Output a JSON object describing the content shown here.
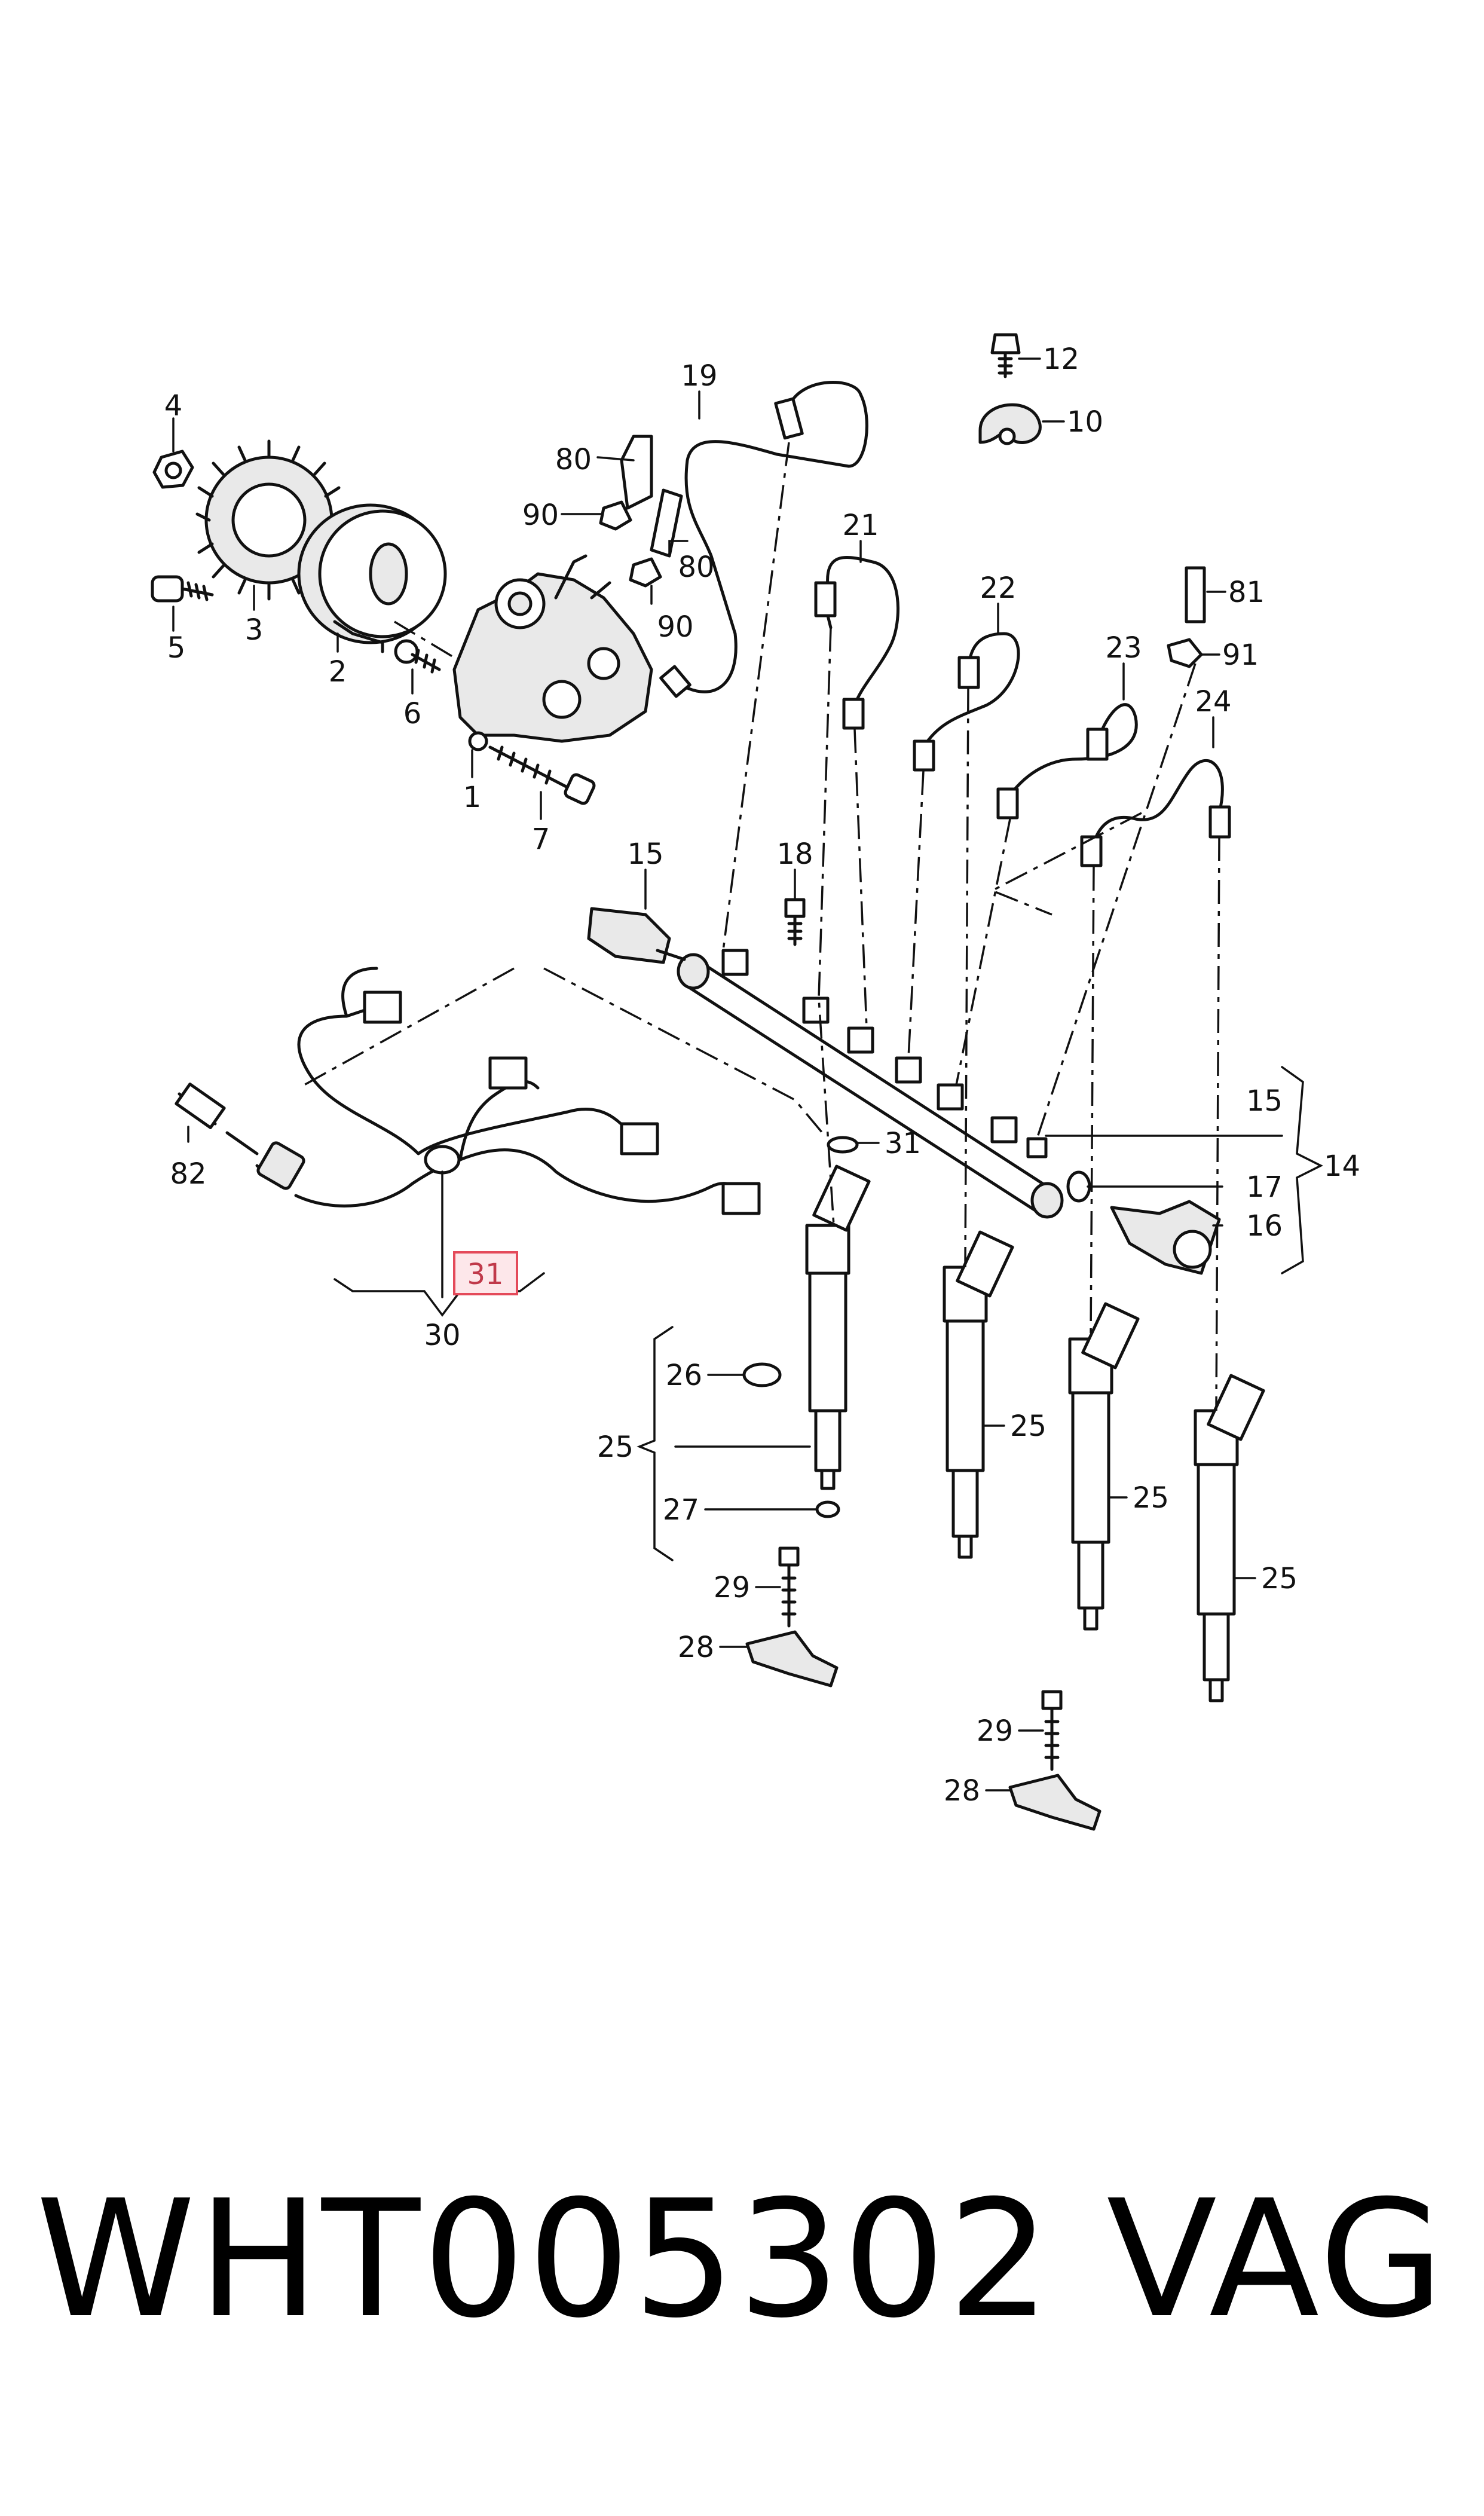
{
  "diagram": {
    "callouts": {
      "c4": "4",
      "c5": "5",
      "c3": "3",
      "c2": "2",
      "c6": "6",
      "c1": "1",
      "c7": "7",
      "c80a": "80",
      "c90a": "90",
      "c80b": "80",
      "c90b": "90",
      "c19": "19",
      "c21": "21",
      "c22": "22",
      "c23": "23",
      "c24": "24",
      "c12": "12",
      "c10": "10",
      "c81": "81",
      "c91": "91",
      "c15a": "15",
      "c18": "18",
      "c15b": "15",
      "c14": "14",
      "c17": "17",
      "c16": "16",
      "c31a": "31",
      "c82": "82",
      "c30": "30",
      "c31b": "31",
      "c26": "26",
      "c25a": "25",
      "c27": "27",
      "c25b": "25",
      "c25c": "25",
      "c25d": "25",
      "c29a": "29",
      "c28a": "28",
      "c29b": "29",
      "c28b": "28"
    },
    "highlight_color": "#e44a5a"
  },
  "footer": {
    "part_number": "WHT005302",
    "brand": "VAG"
  }
}
